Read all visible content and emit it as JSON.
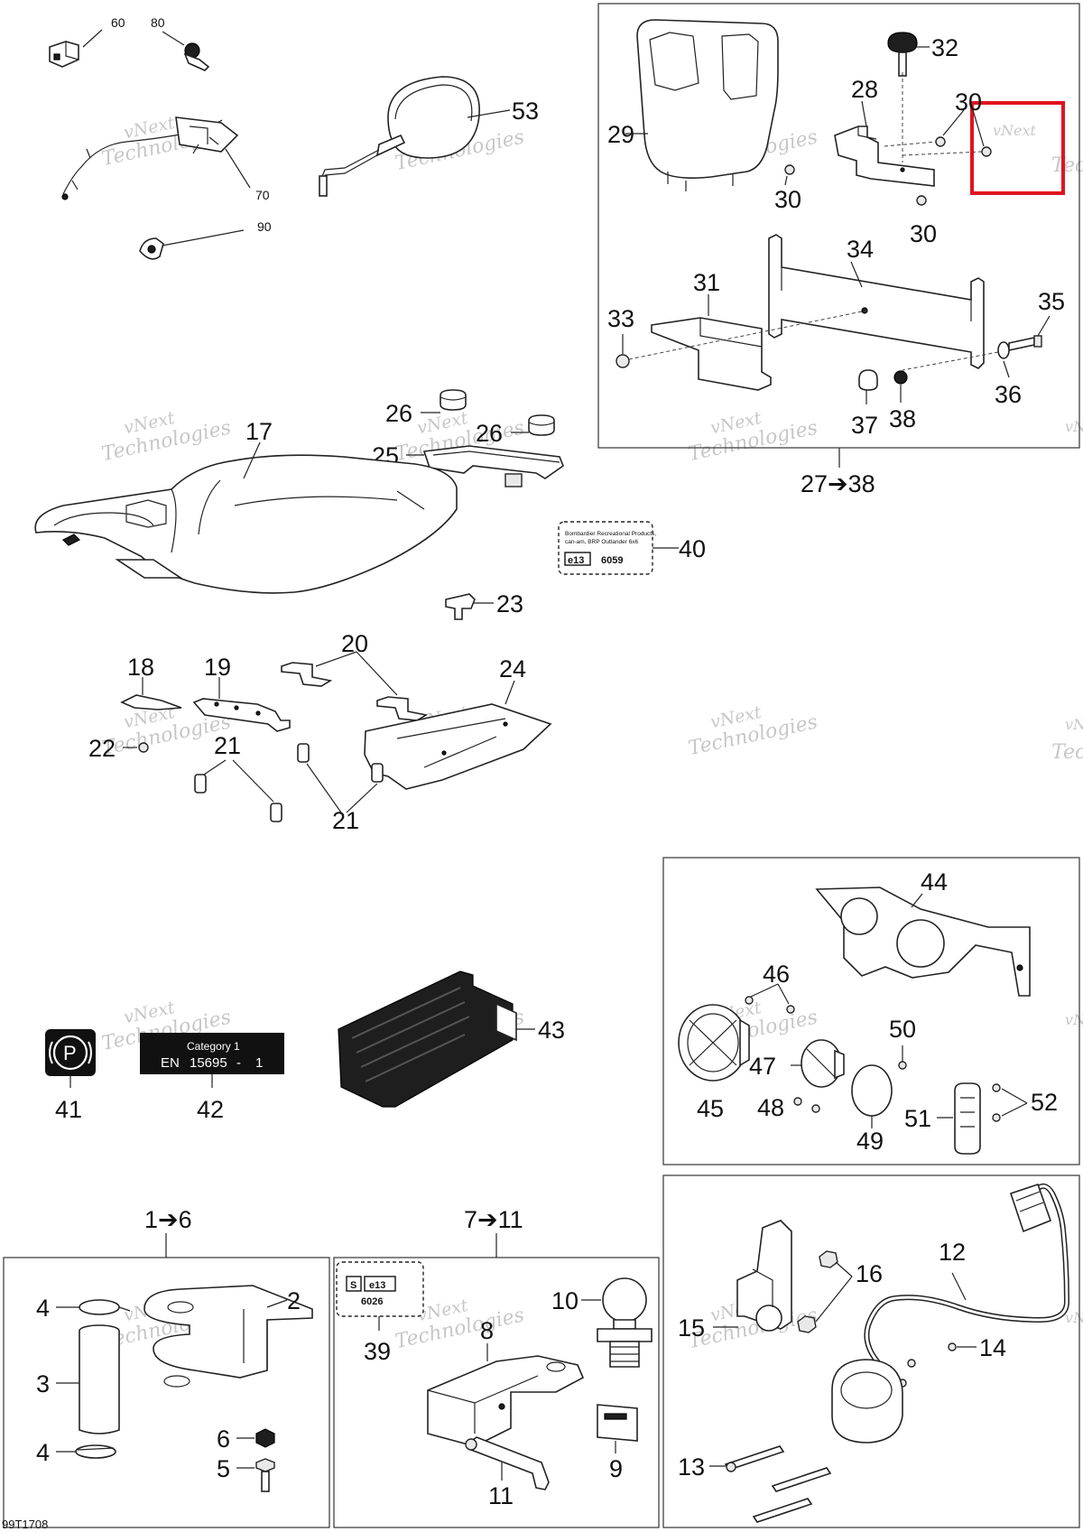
{
  "labels": [
    "60",
    "80",
    "70",
    "90",
    "53",
    "29",
    "32",
    "28",
    "30",
    "30",
    "30",
    "34",
    "31",
    "33",
    "35",
    "36",
    "37",
    "38",
    "27➔38",
    "26",
    "26",
    "25",
    "17",
    "40",
    "23",
    "18",
    "19",
    "20",
    "24",
    "22",
    "21",
    "21",
    "44",
    "46",
    "50",
    "47",
    "48",
    "45",
    "49",
    "51",
    "52",
    "41",
    "42",
    "43",
    "1➔6",
    "7➔11",
    "2",
    "4",
    "3",
    "4",
    "6",
    "5",
    "39",
    "10",
    "8",
    "9",
    "11",
    "12",
    "16",
    "15",
    "14",
    "13"
  ],
  "decal_40": {
    "line1": "Bombardier Recreational Products,",
    "line2": "can-am, BRP Outlander 6x6",
    "mark": "e13",
    "code": "6059"
  },
  "decal_39": {
    "s": "S",
    "mark": "e13",
    "code": "6026"
  },
  "decal_42": {
    "title": "Category 1",
    "std": "EN",
    "num": "15695",
    "dash": "-",
    "cls": "1"
  },
  "decal_41": {
    "symbol": "P"
  },
  "watermark": {
    "line1": "vNext",
    "line2": "Technologies",
    "small": "vNext Technologies"
  },
  "footer_code": "99T1708"
}
